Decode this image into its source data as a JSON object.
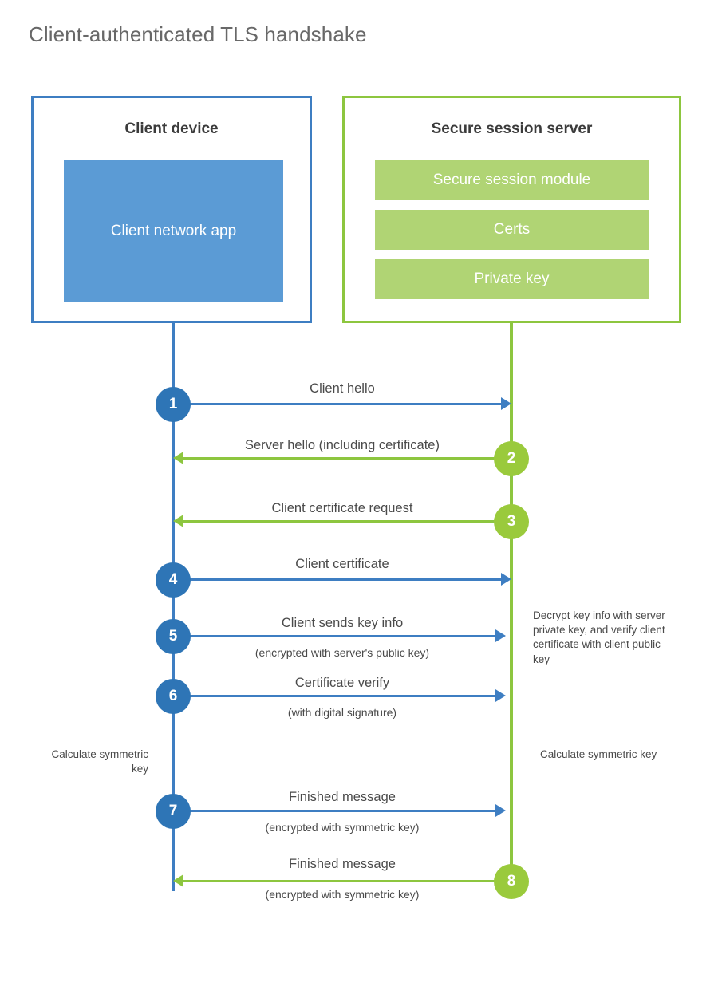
{
  "page": {
    "title": "Client-authenticated TLS handshake"
  },
  "colors": {
    "blue_border": "#3E7EC2",
    "blue_fill": "#5B9BD5",
    "blue_badge": "#2E75B6",
    "green_border": "#8DC63F",
    "green_fill": "#B0D474",
    "green_badge": "#9ACA3C",
    "text": "#4a4a4a",
    "title_text": "#686868",
    "background": "#ffffff"
  },
  "client": {
    "title": "Client device",
    "app_label": "Client network app"
  },
  "server": {
    "title": "Secure session server",
    "modules": [
      {
        "label": "Secure session module"
      },
      {
        "label": "Certs"
      },
      {
        "label": "Private key"
      }
    ]
  },
  "steps": [
    {
      "number": "1",
      "label": "Client hello",
      "sublabel": "",
      "direction": "client-to-server",
      "side": "client",
      "color": "blue"
    },
    {
      "number": "2",
      "label": "Server hello (including certificate)",
      "sublabel": "",
      "direction": "server-to-client",
      "side": "server",
      "color": "green"
    },
    {
      "number": "3",
      "label": "Client certificate request",
      "sublabel": "",
      "direction": "server-to-client",
      "side": "server",
      "color": "green"
    },
    {
      "number": "4",
      "label": "Client certificate",
      "sublabel": "",
      "direction": "client-to-server",
      "side": "client",
      "color": "blue"
    },
    {
      "number": "5",
      "label": "Client sends key info",
      "sublabel": "(encrypted with server's public key)",
      "direction": "client-to-server",
      "side": "client",
      "color": "blue"
    },
    {
      "number": "6",
      "label": "Certificate verify",
      "sublabel": "(with digital signature)",
      "direction": "client-to-server",
      "side": "client",
      "color": "blue"
    },
    {
      "number": "7",
      "label": "Finished message",
      "sublabel": "(encrypted with symmetric key)",
      "direction": "client-to-server",
      "side": "client",
      "color": "blue"
    },
    {
      "number": "8",
      "label": "Finished message",
      "sublabel": "(encrypted with symmetric key)",
      "direction": "server-to-client",
      "side": "server",
      "color": "green"
    }
  ],
  "annotations": {
    "server_decrypt": "Decrypt key info with server private key, and verify client certificate with client public key",
    "client_calculate": "Calculate symmetric key",
    "server_calculate": "Calculate symmetric key"
  }
}
